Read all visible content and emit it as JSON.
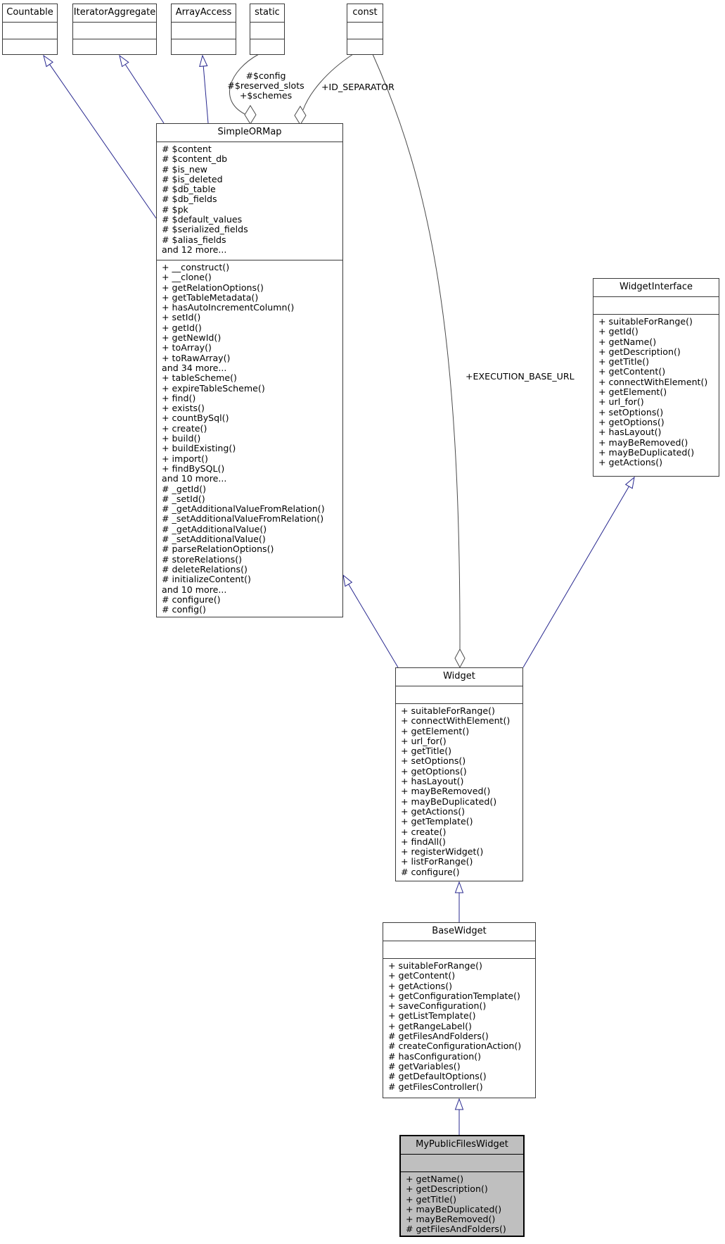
{
  "classes": {
    "countable": {
      "title": "Countable"
    },
    "iterator_aggregate": {
      "title": "IteratorAggregate"
    },
    "array_access": {
      "title": "ArrayAccess"
    },
    "static": {
      "title": "static"
    },
    "const": {
      "title": "const"
    },
    "simple_or_map": {
      "title": "SimpleORMap",
      "attributes": [
        "# $content",
        "# $content_db",
        "# $is_new",
        "# $is_deleted",
        "# $db_table",
        "# $db_fields",
        "# $pk",
        "# $default_values",
        "# $serialized_fields",
        "# $alias_fields",
        "and 12 more..."
      ],
      "methods": [
        "+ __construct()",
        "+ __clone()",
        "+ getRelationOptions()",
        "+ getTableMetadata()",
        "+ hasAutoIncrementColumn()",
        "+ setId()",
        "+ getId()",
        "+ getNewId()",
        "+ toArray()",
        "+ toRawArray()",
        "and 34 more...",
        "+ tableScheme()",
        "+ expireTableScheme()",
        "+ find()",
        "+ exists()",
        "+ countBySql()",
        "+ create()",
        "+ build()",
        "+ buildExisting()",
        "+ import()",
        "+ findBySQL()",
        "and 10 more...",
        "# _getId()",
        "# _setId()",
        "# _getAdditionalValueFromRelation()",
        "# _setAdditionalValueFromRelation()",
        "# _getAdditionalValue()",
        "# _setAdditionalValue()",
        "# parseRelationOptions()",
        "# storeRelations()",
        "# deleteRelations()",
        "# initializeContent()",
        "and 10 more...",
        "# configure()",
        "# config()"
      ]
    },
    "widget_interface": {
      "title": "WidgetInterface",
      "attributes": [],
      "methods": [
        "+ suitableForRange()",
        "+ getId()",
        "+ getName()",
        "+ getDescription()",
        "+ getTitle()",
        "+ getContent()",
        "+ connectWithElement()",
        "+ getElement()",
        "+ url_for()",
        "+ setOptions()",
        "+ getOptions()",
        "+ hasLayout()",
        "+ mayBeRemoved()",
        "+ mayBeDuplicated()",
        "+ getActions()"
      ]
    },
    "widget": {
      "title": "Widget",
      "attributes": [],
      "methods": [
        "+ suitableForRange()",
        "+ connectWithElement()",
        "+ getElement()",
        "+ url_for()",
        "+ getTitle()",
        "+ setOptions()",
        "+ getOptions()",
        "+ hasLayout()",
        "+ mayBeRemoved()",
        "+ mayBeDuplicated()",
        "+ getActions()",
        "+ getTemplate()",
        "+ create()",
        "+ findAll()",
        "+ registerWidget()",
        "+ listForRange()",
        "# configure()"
      ]
    },
    "base_widget": {
      "title": "BaseWidget",
      "attributes": [],
      "methods": [
        "+ suitableForRange()",
        "+ getContent()",
        "+ getActions()",
        "+ getConfigurationTemplate()",
        "+ saveConfiguration()",
        "+ getListTemplate()",
        "+ getRangeLabel()",
        "# getFilesAndFolders()",
        "# createConfigurationAction()",
        "# hasConfiguration()",
        "# getVariables()",
        "# getDefaultOptions()",
        "# getFilesController()"
      ]
    },
    "my_public_files_widget": {
      "title": "MyPublicFilesWidget",
      "attributes": [],
      "methods": [
        "+ getName()",
        "+ getDescription()",
        "+ getTitle()",
        "+ mayBeDuplicated()",
        "+ mayBeRemoved()",
        "# getFilesAndFolders()"
      ]
    }
  },
  "edge_labels": {
    "static_members": [
      "#$config",
      "#$reserved_slots",
      "+$schemes"
    ],
    "id_separator": "+ID_SEPARATOR",
    "execution_base_url": "+EXECUTION_BASE_URL"
  },
  "colors": {
    "inheritance": "#28288f",
    "aggregation": "#4a4a4a",
    "highlight_fill": "#bfbfbf"
  }
}
